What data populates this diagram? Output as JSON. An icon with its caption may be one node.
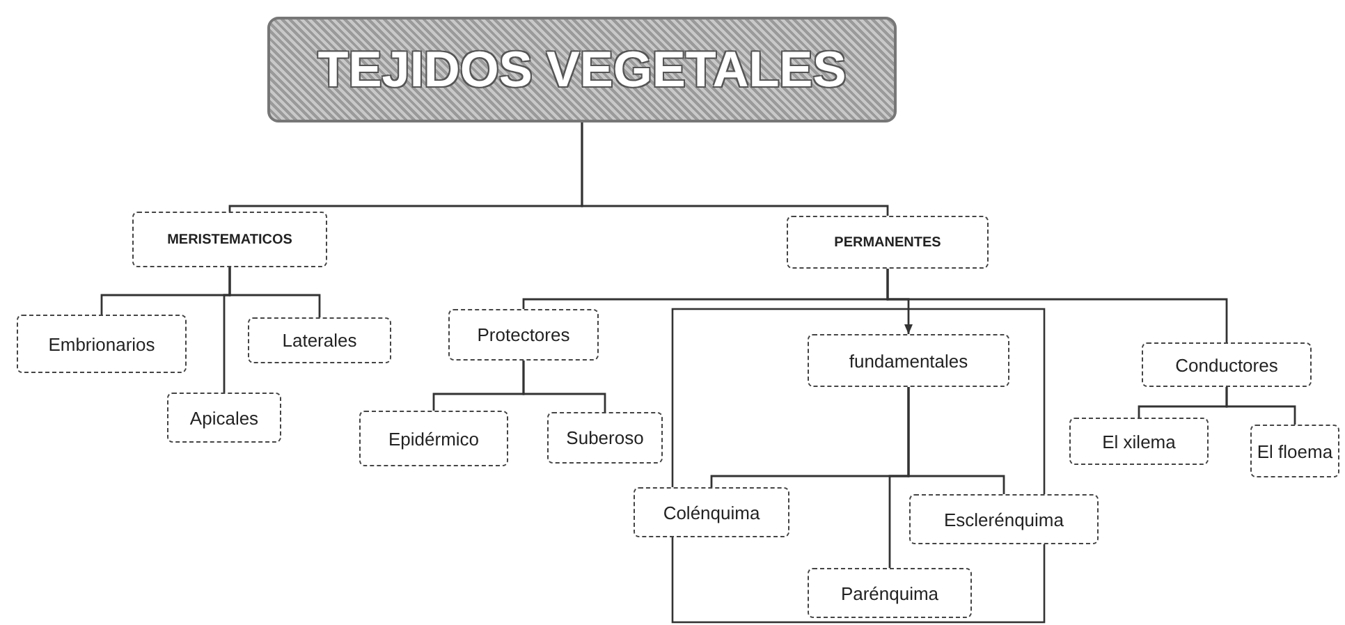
{
  "diagram": {
    "nodes": [
      {
        "text": [
          "TEJIDOS VEGETALES"
        ]
      },
      {
        "text": [
          "MERISTEMATICOS"
        ]
      },
      {
        "text": [
          "PERMANENTES"
        ]
      },
      {
        "text": [
          "Embrionarios"
        ]
      },
      {
        "text": [
          "Laterales"
        ]
      },
      {
        "text": [
          "Apicales"
        ]
      },
      {
        "text": [
          "Protectores"
        ]
      },
      {
        "text": [
          "Epidérmico"
        ]
      },
      {
        "text": [
          "Suberoso"
        ]
      },
      {
        "text": [
          "fundamentales"
        ]
      },
      {
        "text": [
          "Conductores"
        ]
      },
      {
        "text": [
          "El xilema"
        ]
      },
      {
        "text": [
          "El floema"
        ]
      },
      {
        "text": [
          "Colénquima"
        ]
      },
      {
        "text": [
          "Esclerénquima"
        ]
      },
      {
        "text": [
          "Parénquima"
        ]
      }
    ],
    "edges": [
      {
        "from": 0,
        "to": 1,
        "arrow": "none"
      },
      {
        "from": 0,
        "to": 2,
        "arrow": "none"
      },
      {
        "from": 1,
        "to": 3,
        "arrow": "none"
      },
      {
        "from": 1,
        "to": 4,
        "arrow": "none"
      },
      {
        "from": 1,
        "to": 5,
        "arrow": "none"
      },
      {
        "from": 2,
        "to": 6,
        "arrow": "none"
      },
      {
        "from": 2,
        "to": 9,
        "arrow": "to"
      },
      {
        "from": 2,
        "to": 10,
        "arrow": "none"
      },
      {
        "from": 6,
        "to": 7,
        "arrow": "none"
      },
      {
        "from": 6,
        "to": 8,
        "arrow": "none"
      },
      {
        "from": 9,
        "to": 13,
        "arrow": "none"
      },
      {
        "from": 9,
        "to": 14,
        "arrow": "none"
      },
      {
        "from": 9,
        "to": 15,
        "arrow": "none"
      },
      {
        "from": 10,
        "to": 11,
        "arrow": "none"
      },
      {
        "from": 10,
        "to": 12,
        "arrow": "none"
      }
    ]
  }
}
